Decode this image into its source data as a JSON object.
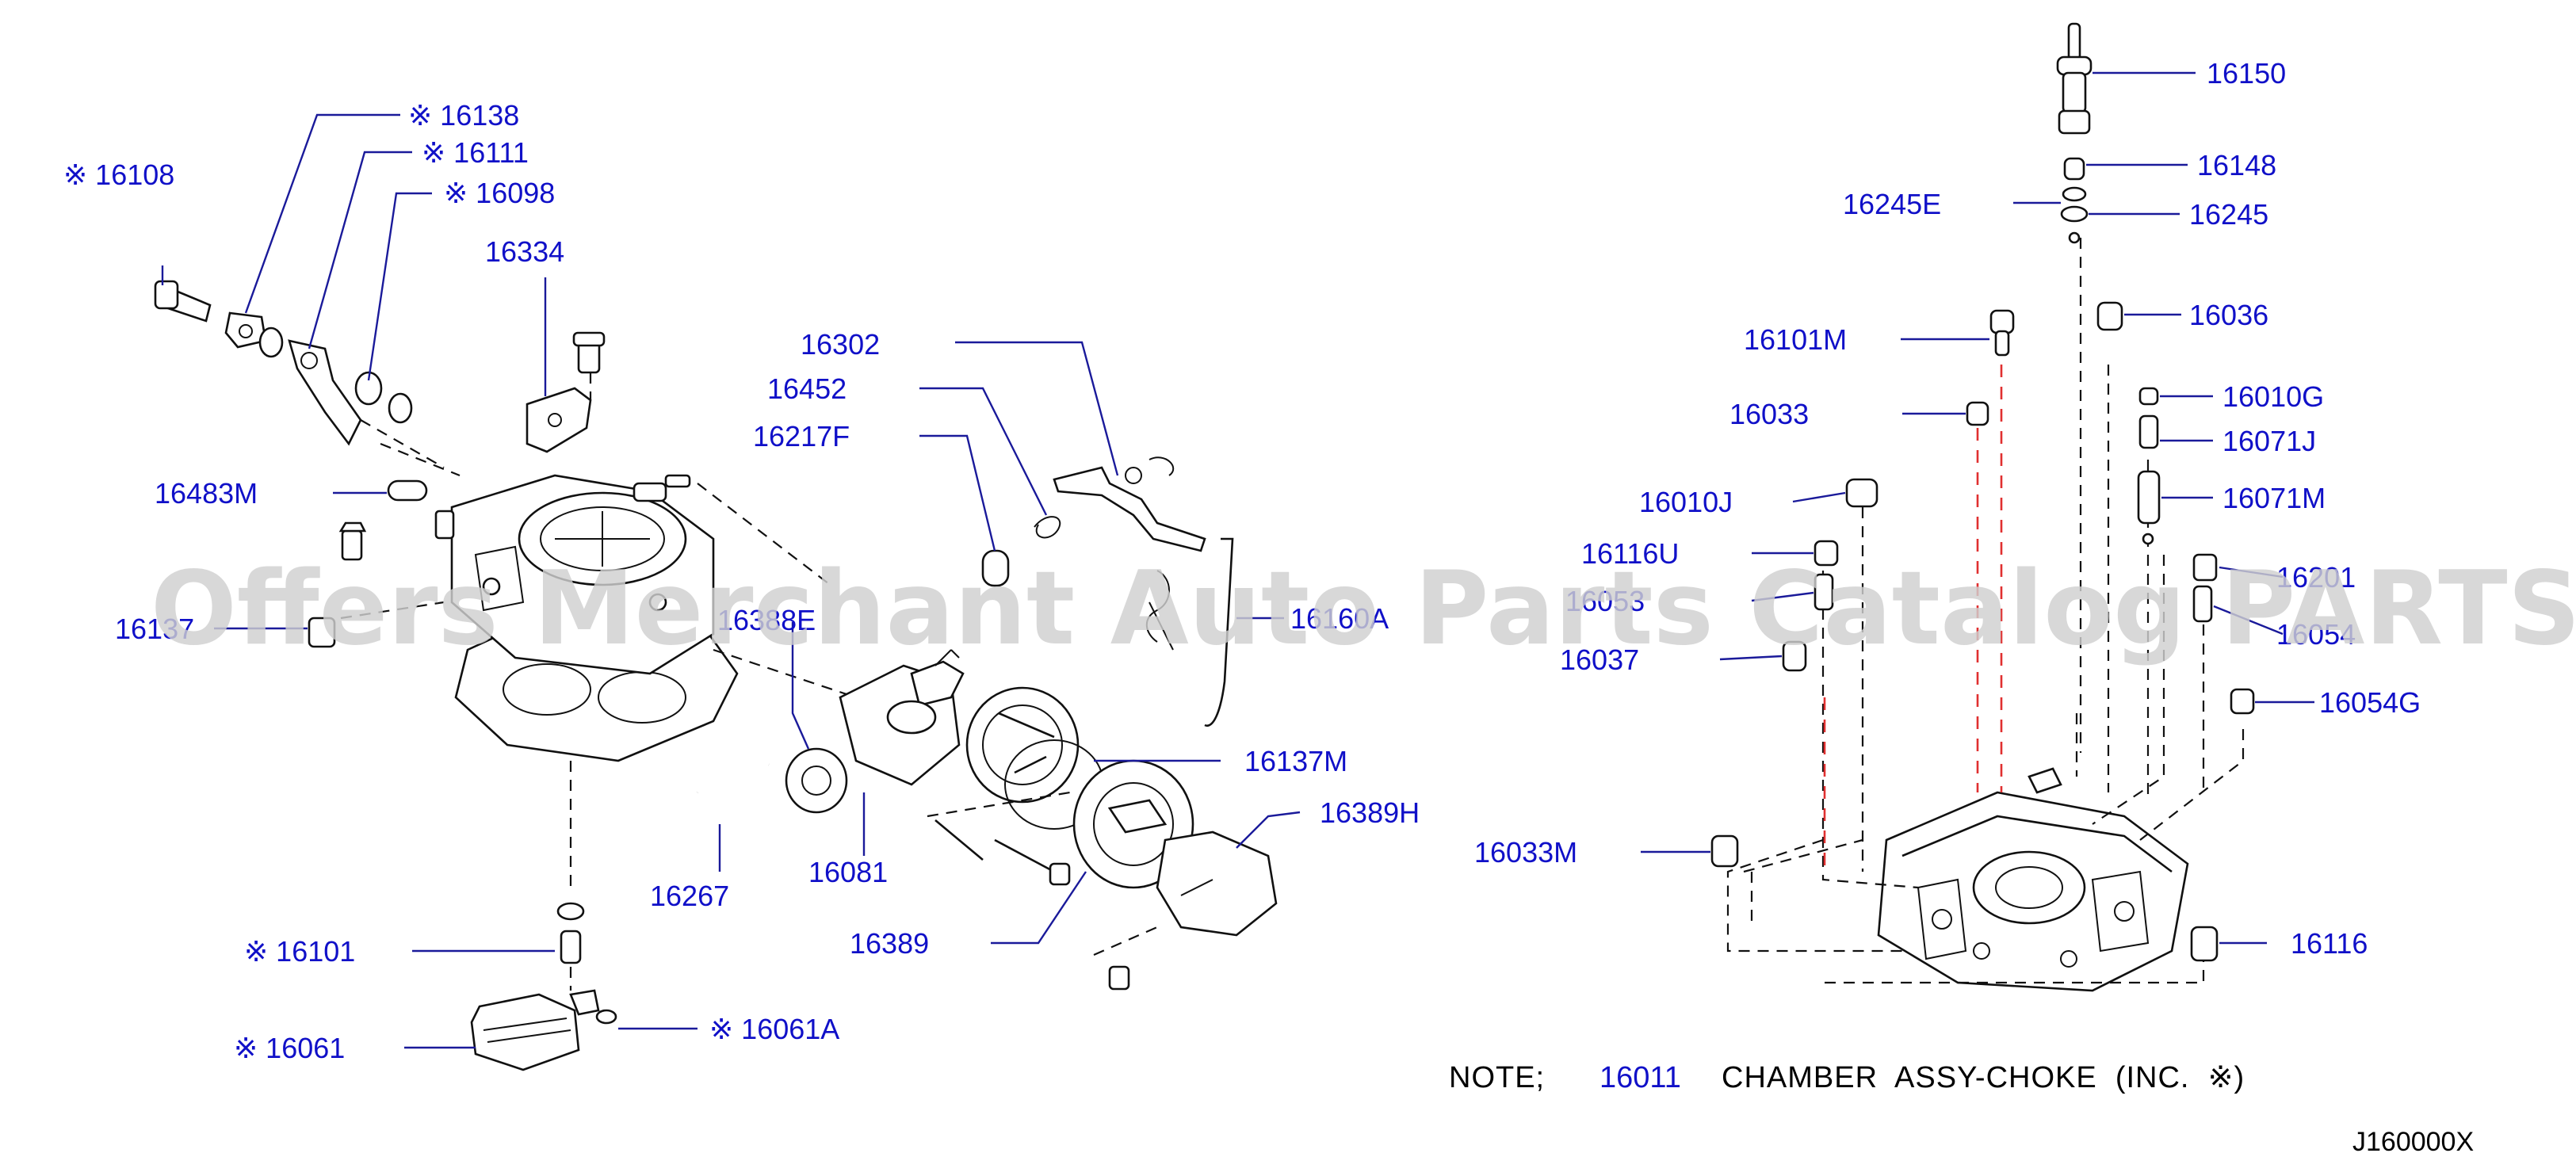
{
  "callouts": {
    "c16108": "※ 16108",
    "c16138": "※ 16138",
    "c16111": "※ 16111",
    "c16098": "※ 16098",
    "c16334": "16334",
    "c16483m": "16483M",
    "c16302": "16302",
    "c16452": "16452",
    "c16217f": "16217F",
    "c16137": "16137",
    "c16388e": "16388E",
    "c16160a": "16160A",
    "c16137m": "16137M",
    "c16389h": "16389H",
    "c16267": "16267",
    "c16081": "16081",
    "c16389": "16389",
    "c16101": "※ 16101",
    "c16061": "※ 16061",
    "c16061a": "※ 16061A",
    "c16150": "16150",
    "c16148": "16148",
    "c16245e": "16245E",
    "c16245": "16245",
    "c16101m": "16101M",
    "c16036": "16036",
    "c16033": "16033",
    "c16010g": "16010G",
    "c16071j": "16071J",
    "c16010j": "16010J",
    "c16071m": "16071M",
    "c16116u": "16116U",
    "c16053": "16053",
    "c16201": "16201",
    "c16054": "16054",
    "c16037": "16037",
    "c16054g": "16054G",
    "c16033m": "16033M",
    "c16116": "16116"
  },
  "note": {
    "label": "NOTE;",
    "part": "16011",
    "text": "CHAMBER  ASSY-CHOKE  (INC.  ※)"
  },
  "diagram_code": "J160000X",
  "watermark": "Offers Merchant Auto Parts Catalog PARTSTORE SA"
}
